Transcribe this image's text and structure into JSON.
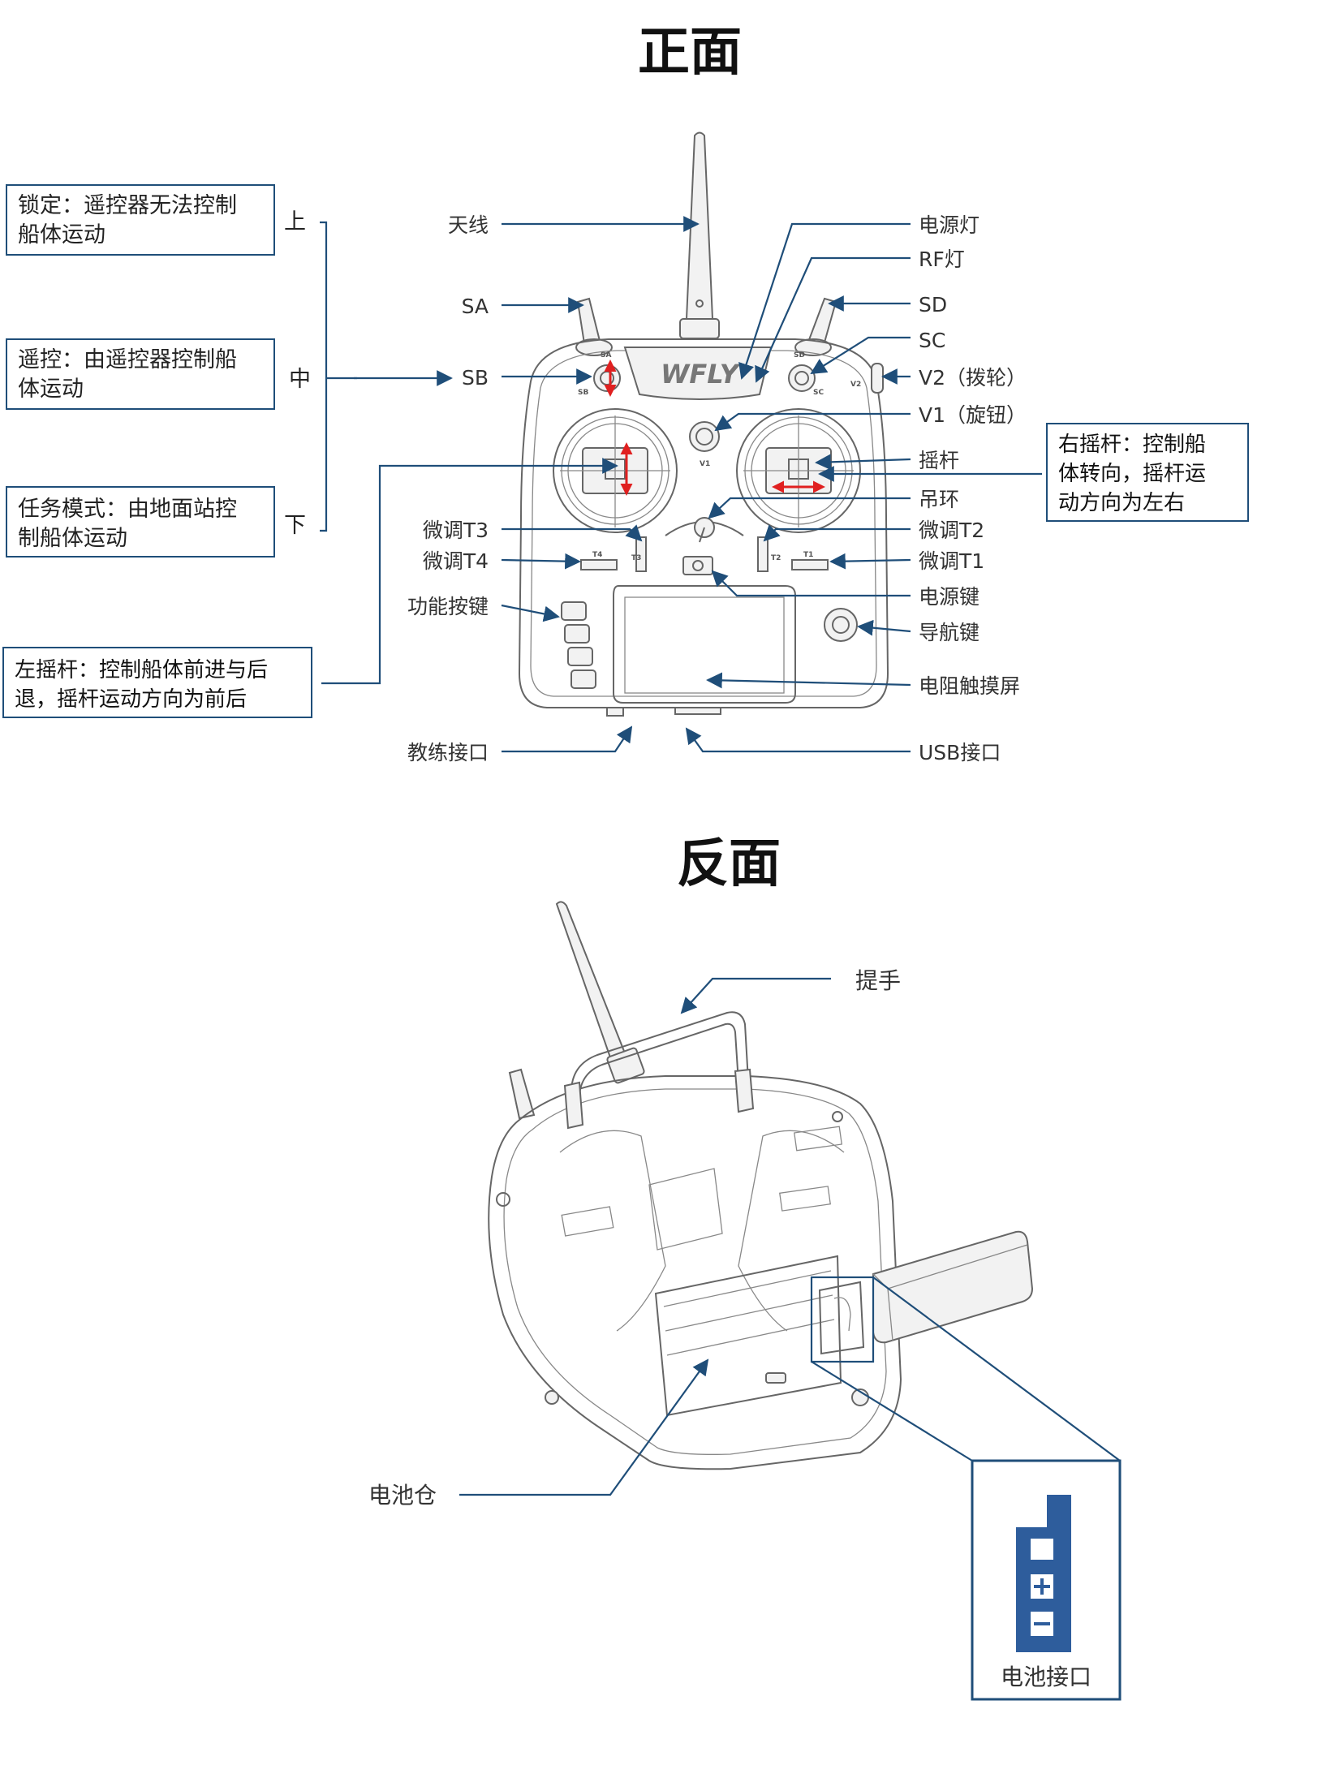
{
  "front": {
    "title": "正面",
    "labels": {
      "antenna": "天线",
      "sa": "SA",
      "sb": "SB",
      "trim_t3": "微调T3",
      "trim_t4": "微调T4",
      "function_keys": "功能按键",
      "trainer_port": "教练接口",
      "power_led": "电源灯",
      "rf_led": "RF灯",
      "sd": "SD",
      "sc": "SC",
      "v2": "V2（拨轮）",
      "v1": "V1（旋钮）",
      "stick": "摇杆",
      "hanger": "吊环",
      "trim_t2": "微调T2",
      "trim_t1": "微调T1",
      "power_key": "电源键",
      "nav_key": "导航键",
      "touch_screen": "电阻触摸屏",
      "usb_port": "USB接口"
    },
    "switch_modes": {
      "up": "上",
      "mid": "中",
      "down": "下",
      "lock": [
        "锁定：遥控器无法控制",
        "船体运动"
      ],
      "remote": [
        "遥控：由遥控器控制船",
        "体运动"
      ],
      "mission": [
        "任务模式：由地面站控",
        "制船体运动"
      ]
    },
    "notes": {
      "left_stick": [
        "左摇杆：控制船体前进与后",
        "退，摇杆运动方向为前后"
      ],
      "right_stick": [
        "右摇杆：控制船",
        "体转向，摇杆运",
        "动方向为左右"
      ]
    },
    "device_text": {
      "logo": "WFLY",
      "sa_mark": "SA",
      "sb_mark": "SB",
      "sd_mark": "SD",
      "sc_mark": "SC",
      "v1_mark": "V1",
      "v2_mark": "V2",
      "t1_mark": "T1",
      "t2_mark": "T2",
      "t3_mark": "T3",
      "t4_mark": "T4"
    }
  },
  "back": {
    "title": "反面",
    "labels": {
      "handle": "提手",
      "battery_bay": "电池仓",
      "battery_port": "电池接口"
    }
  },
  "colors": {
    "leader_line": "#1f4e79",
    "arrow": "#e02020",
    "connector": "#2e5d9c"
  }
}
